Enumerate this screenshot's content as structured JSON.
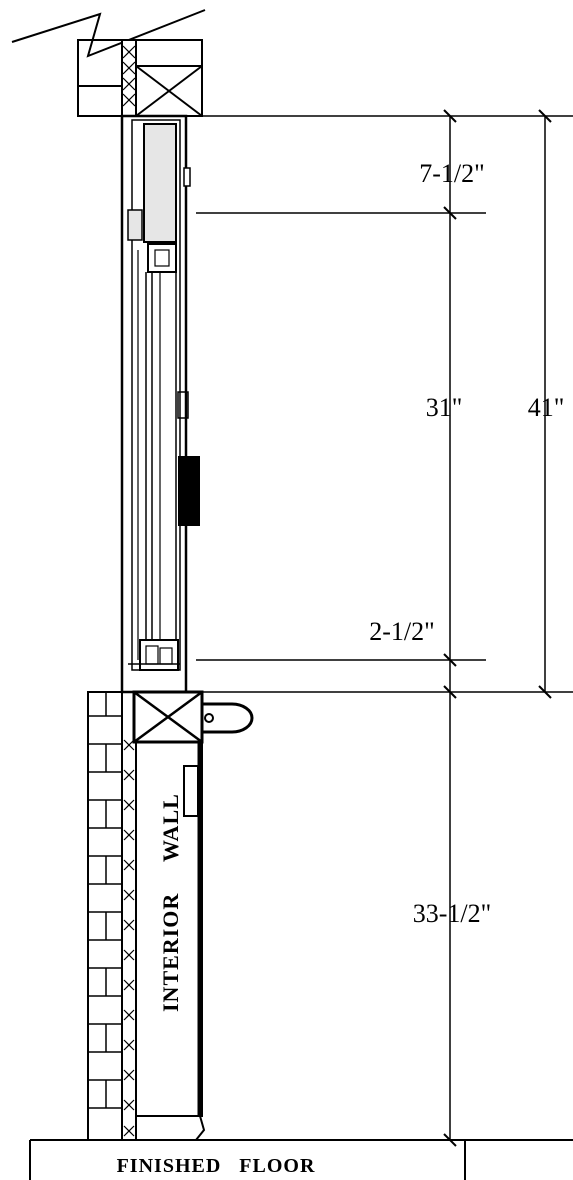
{
  "dimensions": {
    "top_valance": "7-1/2\"",
    "window_height": "31\"",
    "overall_height": "41\"",
    "bottom_rail": "2-1/2\"",
    "sill_height": "33-1/2\""
  },
  "labels": {
    "wall_word_1": "INTERIOR",
    "wall_word_2": "WALL",
    "floor": "FINISHED   FLOOR"
  },
  "colors": {
    "line": "#000000",
    "fill_light": "#e6e6e6",
    "background": "#ffffff"
  }
}
